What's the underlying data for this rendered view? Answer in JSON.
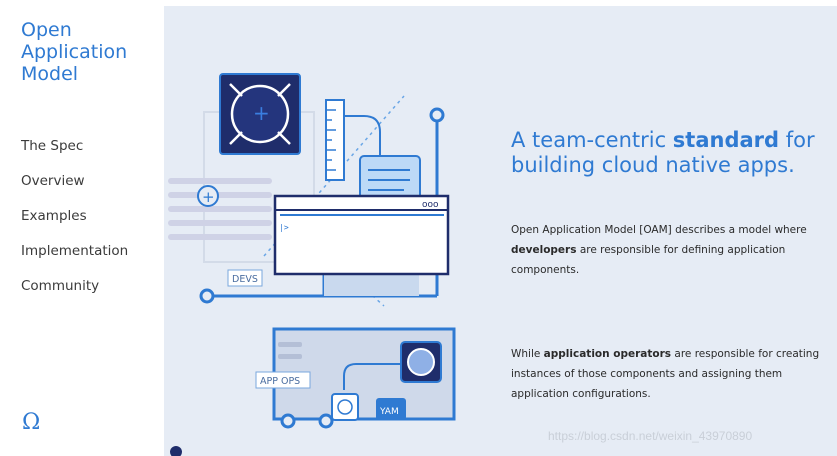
{
  "sidebar": {
    "title": "Open\nApplication\nModel",
    "nav": [
      {
        "label": "The Spec"
      },
      {
        "label": "Overview"
      },
      {
        "label": "Examples"
      },
      {
        "label": "Implementation"
      },
      {
        "label": "Community"
      }
    ],
    "footer_icon": "Ω"
  },
  "hero": {
    "headline_pre": "A team-centric ",
    "headline_bold": "standard",
    "headline_post": " for building cloud native apps.",
    "para1_pre": "Open Application Model [OAM] describes a model where ",
    "para1_bold": "developers",
    "para1_post": " are responsible for defining application components.",
    "para2_pre": "While ",
    "para2_bold": "application operators",
    "para2_post": " are responsible for creating instances of those components and assigning them application configurations."
  },
  "illustration": {
    "devs_label": "DEVS",
    "appops_label": "APP OPS",
    "yaml_label": "YAM",
    "prompt": "|>",
    "window_dots": "ooo"
  },
  "watermark": "https://blog.csdn.net/weixin_43970890",
  "colors": {
    "accent": "#2f7ad2",
    "navy": "#1f2d6b",
    "panel": "#e6ecf5"
  }
}
